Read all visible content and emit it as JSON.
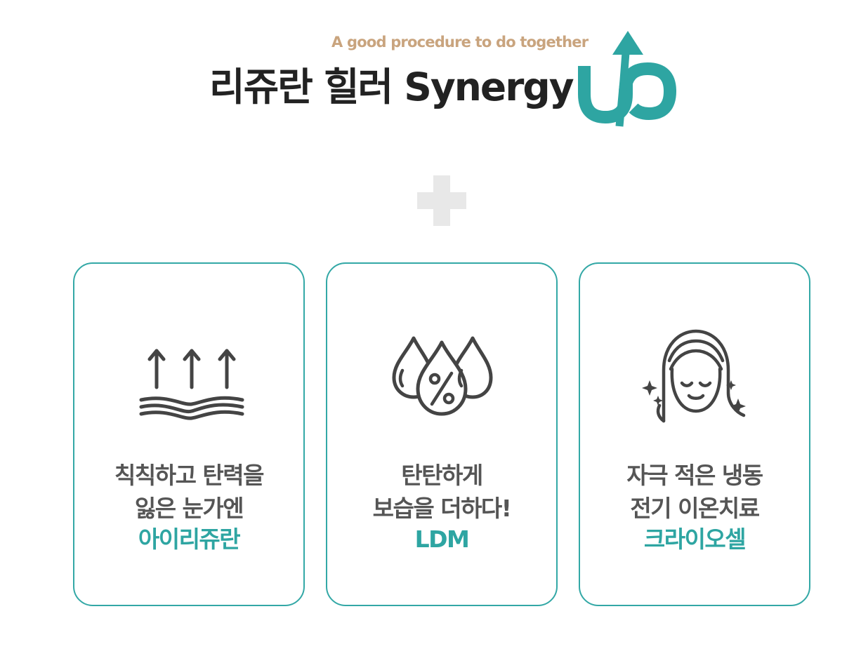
{
  "header": {
    "subtitle": "A good procedure to do together",
    "title": "리쥬란 힐러 Synergy",
    "logo_text": "UP"
  },
  "colors": {
    "accent": "#2ea5a2",
    "subtitle": "#c9a47e",
    "title": "#222222",
    "body_text": "#555555",
    "plus": "#e8e8e8",
    "icon_stroke": "#444444"
  },
  "cards": [
    {
      "icon": "lifting-arrows-skin-icon",
      "lines": [
        "칙칙하고 탄력을",
        "잃은 눈가엔"
      ],
      "highlight": "아이리쥬란"
    },
    {
      "icon": "moisture-drops-percent-icon",
      "lines": [
        "탄탄하게",
        "보습을 더하다!"
      ],
      "highlight": "LDM"
    },
    {
      "icon": "glowing-face-headband-icon",
      "lines": [
        "자극 적은 냉동",
        "전기 이온치료"
      ],
      "highlight": "크라이오셀"
    }
  ]
}
